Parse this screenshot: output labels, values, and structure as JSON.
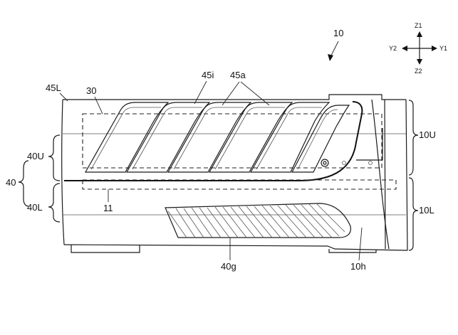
{
  "figure": {
    "device_ref": "10",
    "labels": {
      "upper_unit": "10U",
      "lower_unit": "10L",
      "hole": "10h",
      "partition": "11",
      "dashed_region": "30",
      "housing": "40",
      "housing_upper": "40U",
      "housing_lower": "40L",
      "grille": "40g",
      "side_panel": "45L",
      "slats": "45a",
      "slat_inner": "45i"
    }
  },
  "axes": {
    "z1": "Z1",
    "z2": "Z2",
    "y1": "Y1",
    "y2": "Y2"
  }
}
